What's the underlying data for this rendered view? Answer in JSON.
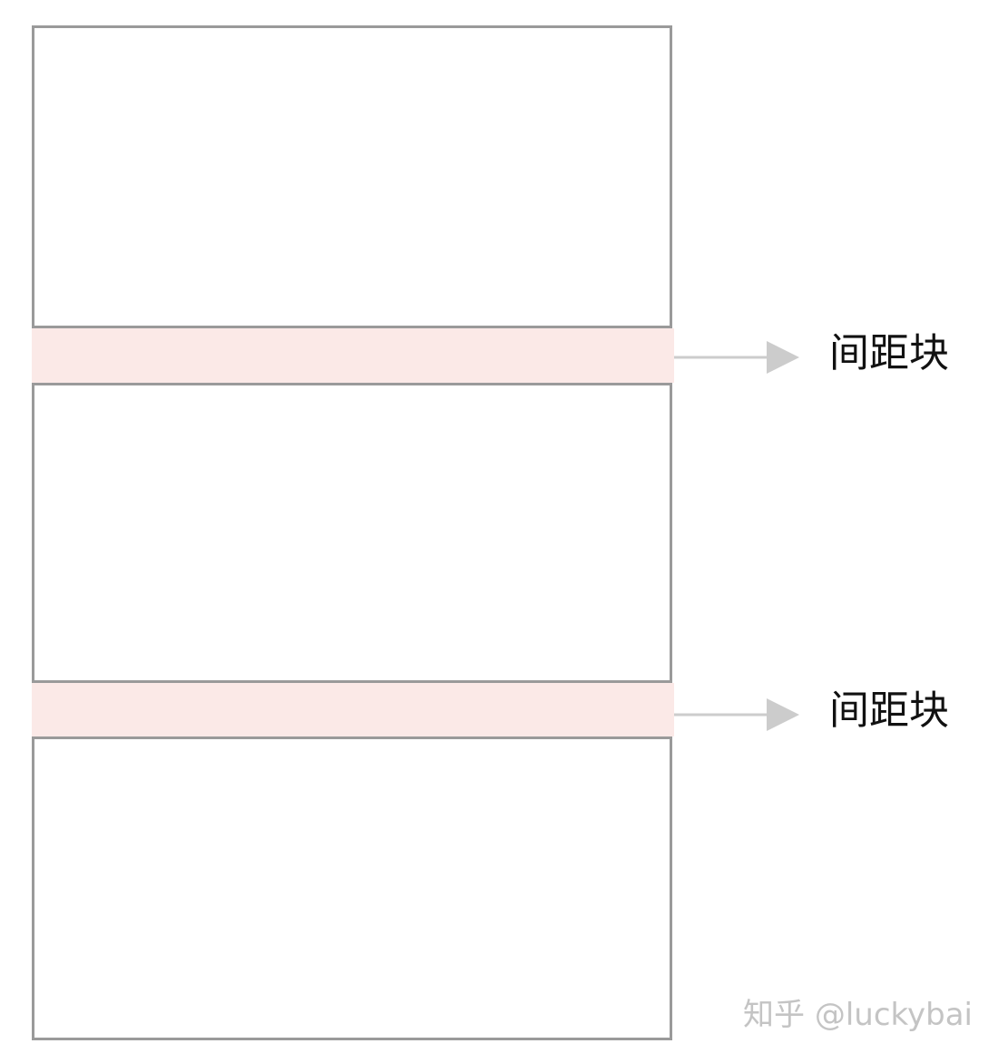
{
  "annotations": [
    {
      "label": "间距块"
    },
    {
      "label": "间距块"
    }
  ],
  "watermark": "知乎 @luckybai",
  "colors": {
    "block_border": "#9a9a9a",
    "spacer_fill": "#fbe9e7",
    "arrow": "#cccccc",
    "label_text": "#111111",
    "watermark": "#c4c4c4"
  }
}
